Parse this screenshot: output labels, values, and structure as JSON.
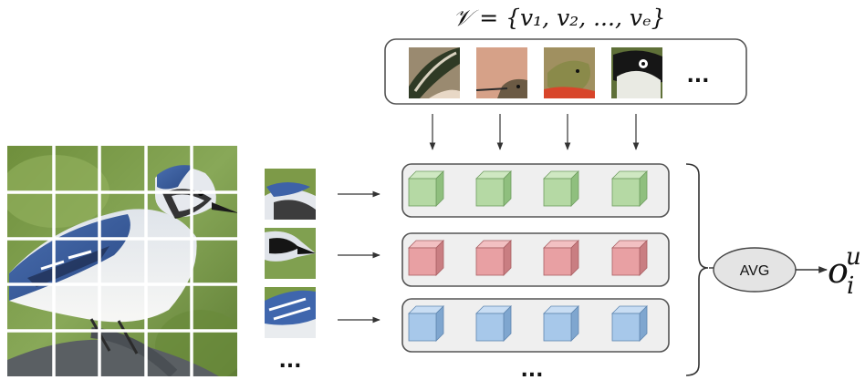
{
  "vocab_formula": "𝒱 = {v₁, v₂, ..., vₑ}",
  "vocab_ellipsis": "...",
  "patch_ellipsis": "...",
  "row_ellipsis": "...",
  "avg_label": "AVG",
  "output_label": "o",
  "output_superscript": "u",
  "output_subscript": "i",
  "rows": [
    {
      "name": "row-green",
      "face": "#b5d9a4",
      "top": "#cfe8c2",
      "side": "#8fbf7e",
      "edge": "#6f9d60"
    },
    {
      "name": "row-red",
      "face": "#e8a0a3",
      "top": "#f2c0c2",
      "side": "#c97e82",
      "edge": "#a95f63"
    },
    {
      "name": "row-blue",
      "face": "#a7c8ea",
      "top": "#c8ddf3",
      "side": "#7fa6cf",
      "edge": "#5f86b0"
    }
  ]
}
